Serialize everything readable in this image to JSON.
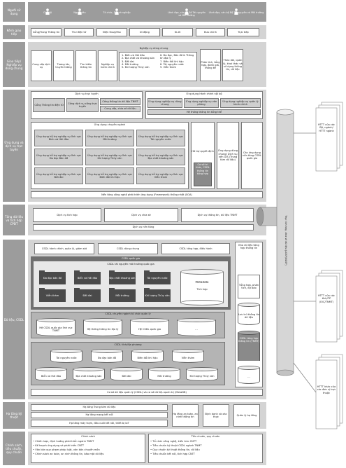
{
  "rows": {
    "users": "Người sử dụng",
    "channels": "Kênh giao tiếp",
    "integration": "Giao tiếp/ Nghiệp vụ dùng chung",
    "apps": "Ứng dụng và dịch vụ trực tuyến",
    "data_layer": "Tầng dữ liệu và tích hợp CPĐT",
    "data": "Dữ liệu, CSDL",
    "infra": "Hạ tầng kỹ thuật",
    "policy": "Chính sách, tiêu chuẩn, quy chuẩn"
  },
  "users": [
    "Cán bộ",
    "Người dân",
    "Tổ chức, Doanh nghiệp",
    "Lãnh đạo, cán bộ Sở Tài nguyên và Môi trường",
    "Lãnh đạo, cán bộ Bộ Tài nguyên và Môi trường"
  ],
  "channels": [
    "Cổng/Trang Thông tin",
    "Thư điện tử",
    "Điện thoại/Fax",
    "Di động",
    "Ki-ốt",
    "Bưu chính",
    "Trực tiếp"
  ],
  "integration": {
    "header": "Nghiệp vụ dùng chung",
    "left": [
      "Cung cấp dịch vụ",
      "Tương tác, truyền thông",
      "Tìm kiếm thông tin",
      "Nghiệp vụ hành chính"
    ],
    "list1": [
      "1. Biến và Hải đảo",
      "2. Địa chất và khoáng sản",
      "3. Đất đai",
      "4. Môi trường",
      "5. Khí tượng Thủy văn"
    ],
    "list2": [
      "6. Đo đạc, Bản đồ & Thông tin địa lý",
      "7. Biến đổi khí hậu",
      "8. Tài nguyên nước",
      "9. Viễn thám"
    ],
    "right": [
      "Phân tích, tổng hợp, đánh giá, thống kê",
      "Theo dõi, quản lý, khai thác và sử dụng thông tin, dữ liệu"
    ]
  },
  "apps": {
    "online": "Dịch vụ trực tuyến",
    "online_items": [
      "Cổng Thông tin điện tử",
      "Cổng dịch vụ công trực tuyến",
      "Cổng thông tin dữ liệu TNMT",
      "Cung cấp, chia sẻ dữ liệu"
    ],
    "mgmt": "Ứng dụng hành chính nội bộ",
    "mgmt_items": [
      "Ứng dụng nghiệp vụ dùng chung",
      "Ứng dụng nghiệp vụ văn phòng",
      "Ứng dụng nghiệp vụ quản lý hành chính",
      "Hệ thống thông tin tổng thể"
    ],
    "specialized": "Ứng dụng chuyên ngành",
    "spec_items": [
      "Ứng dụng hỗ trợ nghiệp vụ lĩnh vực Biển và Hải đảo",
      "Ứng dụng hỗ trợ nghiệp vụ lĩnh vực Môi trường",
      "Ứng dụng hỗ trợ nghiệp vụ lĩnh vực Tài nguyên nước",
      "Ứng dụng hỗ trợ nghiệp vụ lĩnh vực Đo đạc Bản đồ",
      "Ứng dụng hỗ trợ nghiệp vụ lĩnh vực Khí tượng Thủy văn",
      "Ứng dụng hỗ trợ nghiệp vụ lĩnh vực Địa chất khoáng sản",
      "Ứng dụng hỗ trợ nghiệp vụ lĩnh vực Đất đai",
      "Ứng dụng hỗ trợ nghiệp vụ lĩnh vực Biến đổi khí hậu",
      "Ứng dụng hỗ trợ nghiệp vụ lĩnh vực Viễn thám"
    ],
    "decision": "Hỗ trợ quyết định",
    "decision_inner": "Cơ sở tri thức, CSDL thông tin tổng hợp",
    "gis": "Ứng dụng dùng chung/ Dịch vụ nền GIS (Trung tâm dữ liệu)",
    "shared": "Các ứng dụng nền tảng CSDL quốc gia",
    "framework": "Nền tảng công nghệ phát triển ứng dụng (Framework) thống nhất (SOA)"
  },
  "data_layer": [
    "Dịch vụ tích hợp",
    "Dịch vụ chia sẻ",
    "Dịch vụ thông tin, dữ liệu TNMT",
    "Dịch vụ nền tảng"
  ],
  "data": {
    "top": [
      "CSDL hành chính, quản lý, giám sát",
      "CSDL dùng chung",
      "CSDL tổng hợp, điều hành"
    ],
    "national": "CSDL quốc gia",
    "national_sub": "CSDL tài nguyên môi trường quốc gia",
    "folders": [
      "Đo đạc bản đồ",
      "Biển và Hải đảo",
      "Địa chất khoáng sản",
      "Tài nguyên nước",
      "Viễn thám",
      "Đất đai",
      "Môi trường",
      "Khí tượng Thủy văn"
    ],
    "metadata": [
      "Metadata",
      "Tích hợp"
    ],
    "spec": "CSDL chuyên ngành tổ chức quản lý",
    "spec_items": [
      "Hệ CSDL quốc gia lĩnh vực TNMT",
      "Hệ thống thông tin địa lý",
      "Hệ CSDL quốc gia",
      "..."
    ],
    "local": "CSDL tỉnh/địa phương",
    "local_items": [
      "Tài nguyên nước",
      "Đo đạc bản đồ",
      "Biến đổi khí hậu",
      "Viễn thám",
      "Biển và Hải đảo",
      "Địa chất khoáng sản",
      "Đất đai",
      "Môi trường",
      "Khí tượng Thủy văn"
    ],
    "right": [
      "Kho dữ liệu tổng hợp thông tin",
      "Tổng hợp, phân tích, dự báo",
      "Lưu trữ thông tin dữ liệu",
      "CSDL tổng hợp thông tin (TNMT)",
      "..."
    ],
    "management": "Cơ sở dữ liệu quản lý (CSDL) và cơ sở dữ liệu quản trị (MetaDB)"
  },
  "infra": {
    "rows": [
      "Hạ tầng Trung tâm dữ liệu",
      "Hạ tầng mạng kết nối",
      "Hạ tầng máy trạm, đầu cuối kết nối, thiết bị IoT"
    ],
    "boxes": [
      "Hạ tầng an toàn, an ninh thông tin",
      "Định danh và xác thực",
      "Quản lý hạ tầng"
    ]
  },
  "policy": {
    "left_title": "Chính sách",
    "left": [
      "• Chiến lược, định hướng phát triển ngành TNMT",
      "• Kế hoạch ứng dụng và phát triển CNTT",
      "• Văn bản quy phạm pháp luật, văn bản chuyên môn",
      "• Chính sách an toàn, an ninh thông tin, bảo mật dữ liệu"
    ],
    "right_title": "Tiêu chuẩn, quy chuẩn",
    "right": [
      "• Tổ chức công nghệ, kiến trúc CNTT",
      "• Tiêu chuẩn kỹ thuật CSDL ngành TNMT",
      "• Quy chuẩn kỹ thuật thông tin, dữ liệu",
      "• Tiêu chuẩn kết nối, tích hợp CNTT"
    ]
  },
  "side": {
    "bus": "Trục tích hợp, chia sẻ dữ liệu (LGSP/NGSP)",
    "systems": [
      "HTTT của các Bộ, ngành/ HTTT ngành",
      "HTTT của các tỉnh/TP (IOC/TNMT)",
      "HTTT khác của các đơn vị trực thuộc"
    ]
  },
  "colors": {
    "header": "#9c9c9c",
    "band": "#d4d4d4",
    "dark": "#707070",
    "white": "#ffffff"
  }
}
